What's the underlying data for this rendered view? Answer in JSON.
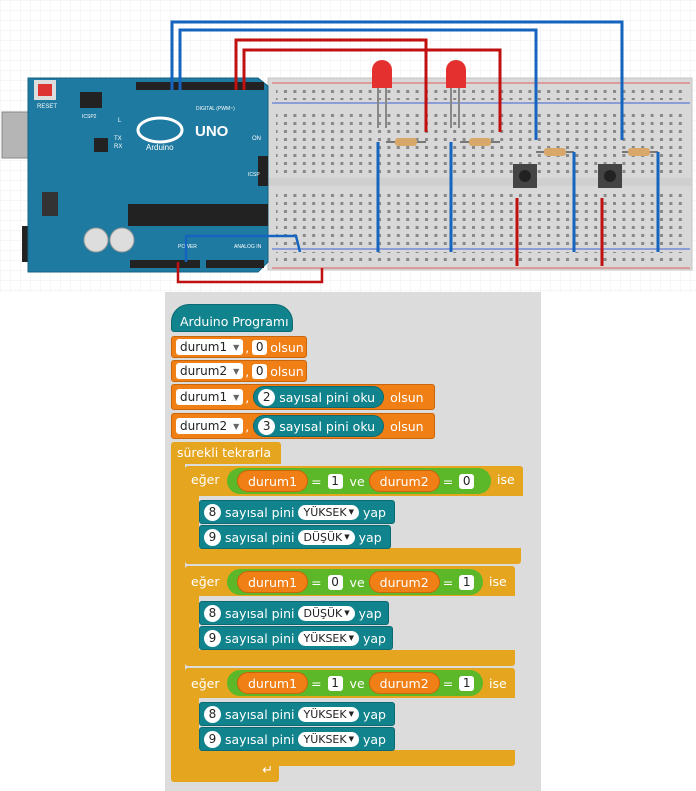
{
  "board": {
    "brand_label": "Arduino",
    "model_label": "UNO",
    "digital_label": "DIGITAL (PWM~)",
    "power_label": "POWER",
    "analog_label": "ANALOG IN",
    "reset_label": "RESET",
    "icsp_label": "ICSP",
    "icsp2_label": "ICSP2",
    "on_label": "ON",
    "l_label": "L",
    "tx_label": "TX",
    "rx_label": "RX"
  },
  "program": {
    "hat_label": "Arduino Programı",
    "set1": {
      "var": "durum1",
      "comma": ",",
      "value": "0",
      "suffix": "olsun"
    },
    "set2": {
      "var": "durum2",
      "comma": ",",
      "value": "0",
      "suffix": "olsun"
    },
    "read1": {
      "var": "durum1",
      "comma": ",",
      "pin": "2",
      "func": "sayısal pini oku",
      "suffix": "olsun"
    },
    "read2": {
      "var": "durum2",
      "comma": ",",
      "pin": "3",
      "func": "sayısal pini oku",
      "suffix": "olsun"
    },
    "loop_label": "sürekli tekrarla",
    "if_label": "eğer",
    "and_label": "ve",
    "then_label": "ise",
    "eq": "=",
    "cond1": {
      "a": "durum1",
      "av": "1",
      "b": "durum2",
      "bv": "0",
      "out1": {
        "pin": "8",
        "text": "sayısal pini",
        "state": "YÜKSEK",
        "action": "yap"
      },
      "out2": {
        "pin": "9",
        "text": "sayısal pini",
        "state": "DÜŞÜK",
        "action": "yap"
      }
    },
    "cond2": {
      "a": "durum1",
      "av": "0",
      "b": "durum2",
      "bv": "1",
      "out1": {
        "pin": "8",
        "text": "sayısal pini",
        "state": "DÜŞÜK",
        "action": "yap"
      },
      "out2": {
        "pin": "9",
        "text": "sayısal pini",
        "state": "YÜKSEK",
        "action": "yap"
      }
    },
    "cond3": {
      "a": "durum1",
      "av": "1",
      "b": "durum2",
      "bv": "1",
      "out1": {
        "pin": "8",
        "text": "sayısal pini",
        "state": "YÜKSEK",
        "action": "yap"
      },
      "out2": {
        "pin": "9",
        "text": "sayısal pini",
        "state": "YÜKSEK",
        "action": "yap"
      }
    },
    "loop_icon": "return-arrow-icon"
  },
  "colors": {
    "board": "#1e7aa0",
    "wire_red": "#c01010",
    "wire_blue": "#1565c0",
    "led": "#e53030",
    "block_orange": "#f07f16",
    "block_teal": "#11838d",
    "block_gold": "#e6a51f",
    "block_green": "#5cb829"
  }
}
